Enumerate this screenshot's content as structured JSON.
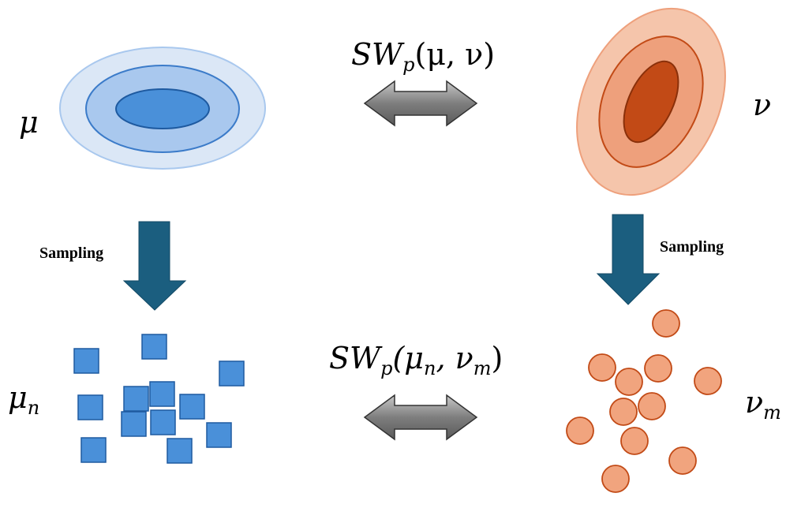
{
  "labels": {
    "mu": "μ",
    "nu": "ν",
    "mu_n_base": "μ",
    "mu_n_sub": "n",
    "nu_m_base": "ν",
    "nu_m_sub": "m",
    "sampling_left": "Sampling",
    "sampling_right": "Sampling"
  },
  "top_distance": {
    "prefix": "SW",
    "sub": "p",
    "args": "(μ, ν)"
  },
  "bottom_distance": {
    "prefix": "SW",
    "sub": "p",
    "open": "(μ",
    "sub1": "n",
    "mid": ", ν",
    "sub2": "m",
    "close": ")"
  },
  "colors": {
    "blue_outer": "#dbe7f6",
    "blue_mid": "#a9c8ee",
    "blue_inner": "#4a90d9",
    "blue_stroke": "#3b7bc9",
    "orange_outer": "#f5c5ab",
    "orange_mid": "#eea07c",
    "orange_inner": "#c24a16",
    "orange_stroke": "#c24a16",
    "orange_point": "#f1a47e",
    "arrow_teal": "#1b5e7f",
    "arrow_gray": "#8a8a8a"
  }
}
